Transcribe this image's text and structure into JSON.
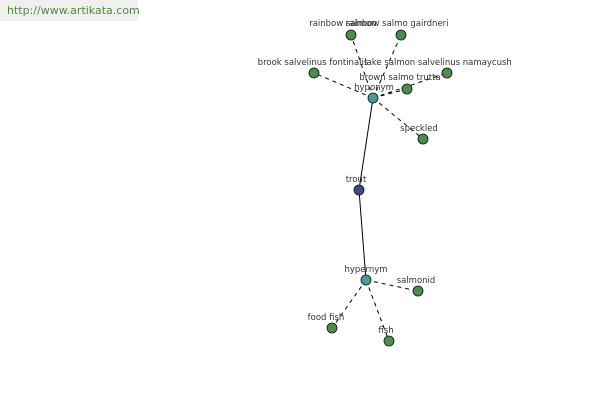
{
  "site_link": "http://www.artikata.com",
  "graph": {
    "nodes": [
      {
        "id": "trout",
        "label": "trout",
        "type": "root"
      },
      {
        "id": "hyponym",
        "label": "hyponym",
        "type": "relation"
      },
      {
        "id": "hypernym",
        "label": "hypernym",
        "type": "relation"
      },
      {
        "id": "rainbow-salmon",
        "label": "rainbow salmon",
        "type": "term"
      },
      {
        "id": "salmo-gairdneri",
        "label": "rainbow salmo gairdneri",
        "type": "term"
      },
      {
        "id": "brook",
        "label": "brook salvelinus fontinalis",
        "type": "term"
      },
      {
        "id": "lake",
        "label": "lake salmon salvelinus namaycush",
        "type": "term"
      },
      {
        "id": "brown",
        "label": "brown salmo trutta",
        "type": "term"
      },
      {
        "id": "speckled",
        "label": "speckled",
        "type": "term"
      },
      {
        "id": "salmonid",
        "label": "salmonid",
        "type": "term"
      },
      {
        "id": "food-fish",
        "label": "food fish",
        "type": "term"
      },
      {
        "id": "fish",
        "label": "fish",
        "type": "term"
      }
    ],
    "edges": [
      {
        "from": "trout",
        "to": "hyponym",
        "style": "solid"
      },
      {
        "from": "trout",
        "to": "hypernym",
        "style": "solid"
      },
      {
        "from": "hyponym",
        "to": "rainbow-salmon",
        "style": "dashed"
      },
      {
        "from": "hyponym",
        "to": "salmo-gairdneri",
        "style": "dashed"
      },
      {
        "from": "hyponym",
        "to": "brook",
        "style": "dashed"
      },
      {
        "from": "hyponym",
        "to": "lake",
        "style": "dashed"
      },
      {
        "from": "hyponym",
        "to": "brown",
        "style": "dashed"
      },
      {
        "from": "hyponym",
        "to": "speckled",
        "style": "dashed"
      },
      {
        "from": "hypernym",
        "to": "salmonid",
        "style": "dashed"
      },
      {
        "from": "hypernym",
        "to": "food-fish",
        "style": "dashed"
      },
      {
        "from": "hypernym",
        "to": "fish",
        "style": "dashed"
      }
    ]
  },
  "colors": {
    "root": "#3e4a8c",
    "relation": "#4a9a9a",
    "term": "#4e8b4e",
    "link_text": "#4d8a3a",
    "link_bg": "#f0f0f0"
  }
}
